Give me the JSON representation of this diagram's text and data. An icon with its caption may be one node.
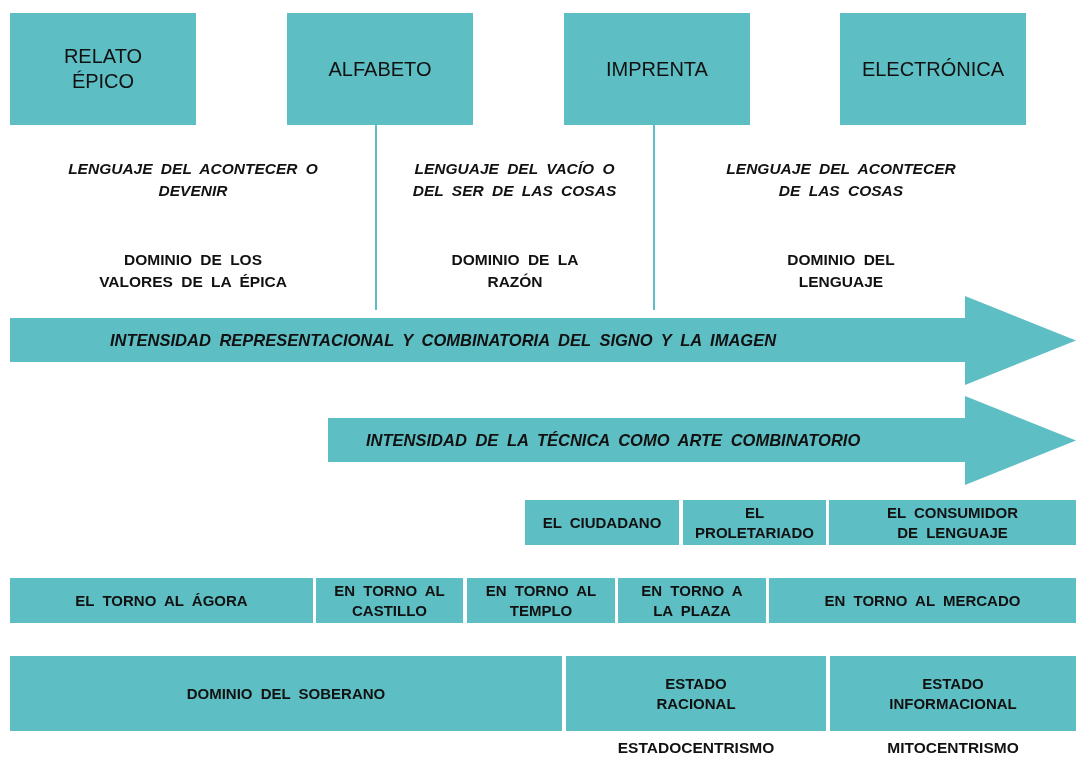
{
  "diagram": {
    "nodes": [
      {
        "text": [
          "RELATO ÉPICO"
        ]
      },
      {
        "text": [
          "ALFABETO"
        ]
      },
      {
        "text": [
          "IMPRENTA"
        ]
      },
      {
        "text": [
          "ELECTRÓNICA"
        ]
      },
      {
        "text": [
          "INTENSIDAD REPRESENTACIONAL Y COMBINATORIA DEL SIGNO Y LA IMAGEN"
        ]
      },
      {
        "text": [
          "INTENSIDAD DE LA TÉCNICA COMO ARTE COMBINATORIO"
        ]
      },
      {
        "text": [
          "EL CIUDADANO"
        ]
      },
      {
        "text": [
          "EL PROLETARIADO"
        ]
      },
      {
        "text": [
          "EL CONSUMIDOR DE LENGUAJE"
        ]
      },
      {
        "text": [
          "EL TORNO AL ÁGORA"
        ]
      },
      {
        "text": [
          "EN TORNO AL CASTILLO"
        ]
      },
      {
        "text": [
          "EN TORNO AL TEMPLO"
        ]
      },
      {
        "text": [
          "EN TORNO A LA PLAZA"
        ]
      },
      {
        "text": [
          "EN TORNO AL MERCADO"
        ]
      },
      {
        "text": [
          "DOMINIO DEL SOBERANO"
        ]
      },
      {
        "text": [
          "ESTADO RACIONAL"
        ],
        "beside": [
          "ESTADOCENTRISMO"
        ]
      },
      {
        "text": [
          "ESTADO INFORMACIONAL"
        ],
        "beside": [
          "MITOCENTRISMO"
        ]
      }
    ],
    "labels": [
      "LENGUAJE DEL ACONTECER O DEVENIR",
      "LENGUAJE DEL VACÍO O DEL SER DE LAS COSAS",
      "LENGUAJE DEL ACONTECER DE LAS COSAS",
      "DOMINIO DE LOS VALORES DE LA ÉPICA",
      "DOMINIO DE LA RAZÓN",
      "DOMINIO DEL LENGUAJE"
    ]
  }
}
